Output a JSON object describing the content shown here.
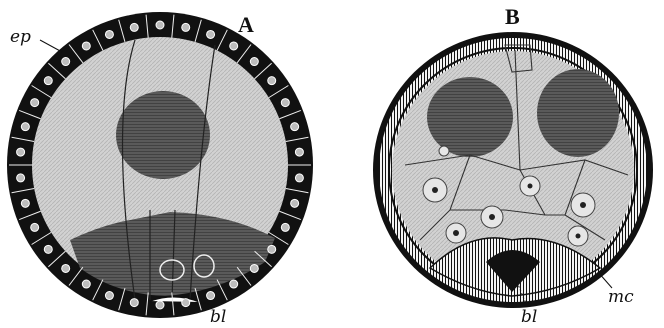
{
  "panels": [
    {
      "letter": "A",
      "labels": [
        "ep",
        "bl"
      ]
    },
    {
      "letter": "B",
      "labels": [
        "bl",
        "mc"
      ]
    }
  ],
  "colors": {
    "ink": "#111111",
    "cytoplasm": "#cfcfcf",
    "nucleus": "#5c5c5c",
    "paper": "#ffffff"
  }
}
